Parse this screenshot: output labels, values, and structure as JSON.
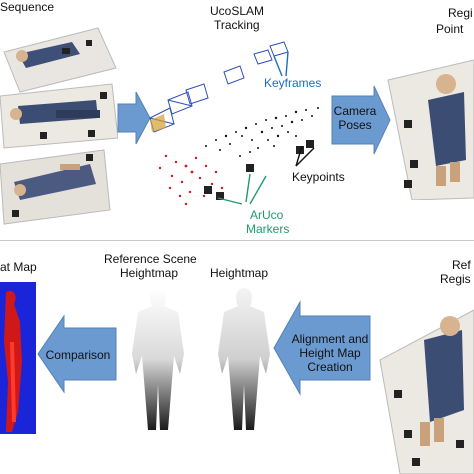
{
  "top": {
    "sequence_label": "Sequence",
    "tracking_title_line1": "UcoSLAM",
    "tracking_title_line2": "Tracking",
    "keyframes_label": "Keyframes",
    "keypoints_label": "Keypoints",
    "aruco_line1": "ArUco",
    "aruco_line2": "Markers",
    "camera_poses_line1": "Camera",
    "camera_poses_line2": "Poses",
    "registered_line1": "Regi",
    "registered_line2": "Point"
  },
  "bottom": {
    "heatmap_label": "at Map",
    "comparison_label": "Comparison",
    "reference_line1": "Reference Scene",
    "reference_line2": "Heightmap",
    "heightmap_label": "Heightmap",
    "alignment_line1": "Alignment and",
    "alignment_line2": "Height Map",
    "alignment_line3": "Creation",
    "reference_right_line1": "Ref",
    "reference_right_line2": "Regis"
  },
  "colors": {
    "arrow": "#6b9ad1",
    "keyframes": "#1a6fbf",
    "aruco": "#1e9b6b",
    "keypoints": "#111111",
    "points_red": "#d01818"
  }
}
